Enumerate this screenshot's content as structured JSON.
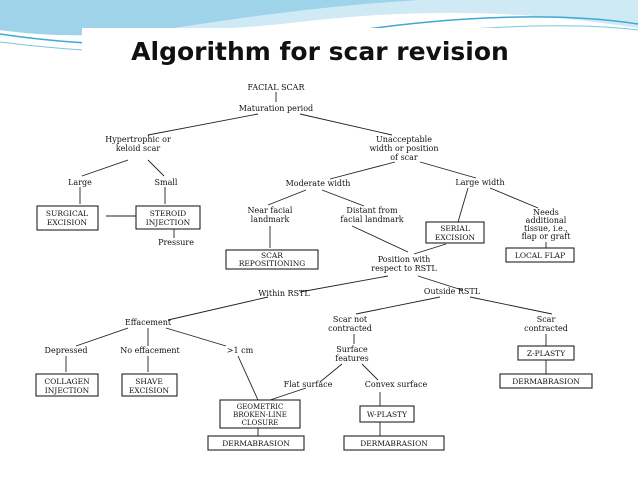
{
  "slide": {
    "title": "Algorithm for scar revision",
    "colors": {
      "banner_light": "#cfe9f5",
      "banner_mid": "#9fd3ea",
      "banner_accent": "#3fa9d6",
      "text": "#111111"
    }
  },
  "diagram": {
    "root": "FACIAL SCAR",
    "maturation": "Maturation period",
    "hypertrophic": [
      "Hypertrophic or",
      "keloid scar"
    ],
    "unacceptable": [
      "Unacceptable",
      "width or position",
      "of scar"
    ],
    "large": "Large",
    "small": "Small",
    "surgical_excision": [
      "SURGICAL",
      "EXCISION"
    ],
    "steroid_injection": [
      "STEROID",
      "INJECTION"
    ],
    "pressure": "Pressure",
    "moderate_width": "Moderate width",
    "large_width": "Large width",
    "near_facial": [
      "Near facial",
      "landmark"
    ],
    "distant_facial": [
      "Distant from",
      "facial landmark"
    ],
    "serial_excision": [
      "SERIAL",
      "EXCISION"
    ],
    "needs_tissue": [
      "Needs",
      "additional",
      "tissue, i.e.,",
      "flap or graft"
    ],
    "scar_repositioning": [
      "SCAR",
      "REPOSITIONING"
    ],
    "local_flap": "LOCAL FLAP",
    "position_rstl": [
      "Position with",
      "respect to RSTL"
    ],
    "within_rstl": "Within RSTL",
    "outside_rstl": "Outside RSTL",
    "effacement": "Effacement",
    "scar_not_contracted": [
      "Scar not",
      "contracted"
    ],
    "scar_contracted": [
      "Scar",
      "contracted"
    ],
    "depressed": "Depressed",
    "no_effacement": "No effacement",
    "gt_1cm": ">1 cm",
    "surface_features": [
      "Surface",
      "features"
    ],
    "z_plasty": "Z-PLASTY",
    "collagen_injection": [
      "COLLAGEN",
      "INJECTION"
    ],
    "shave_excision": [
      "SHAVE",
      "EXCISION"
    ],
    "flat_surface": "Flat surface",
    "convex_surface": "Convex surface",
    "dermabrasion_right": "DERMABRASION",
    "geometric_closure": [
      "GEOMETRIC",
      "BROKEN-LINE",
      "CLOSURE"
    ],
    "w_plasty": "W-PLASTY",
    "dermabrasion_left": "DERMABRASION",
    "dermabrasion_mid": "DERMABRASION"
  }
}
